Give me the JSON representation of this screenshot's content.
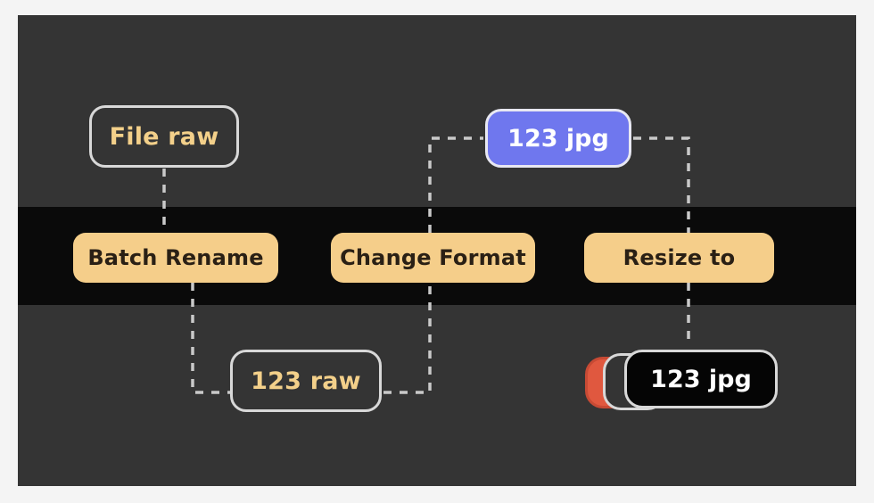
{
  "canvas": {
    "background_color": "#343434",
    "page_background_color": "#f4f4f4",
    "band_color": "#0a0a0a"
  },
  "palette": {
    "file_node_text": "#f3d08a",
    "file_node_border": "#d8d8d8",
    "action_button_bg": "#f5ce8a",
    "action_button_text": "#2a2015",
    "highlight_bg": "#6f77ee",
    "highlight_text": "#ffffff",
    "output_bg": "#050505",
    "output_text": "#ffffff",
    "stack_back_bg": "#e0583f",
    "connector_color": "#c9c9c9"
  },
  "diagram": {
    "nodes": {
      "file_raw": {
        "label": "File raw",
        "type": "file"
      },
      "highlight_jpg": {
        "label": "123 jpg",
        "type": "highlight"
      },
      "batch_rename": {
        "label": "Batch Rename",
        "type": "action"
      },
      "change_format": {
        "label": "Change Format",
        "type": "action"
      },
      "resize_to": {
        "label": "Resize to",
        "type": "action"
      },
      "file_123_raw": {
        "label": "123 raw",
        "type": "file"
      },
      "output_jpg": {
        "label": "123 jpg",
        "type": "output"
      }
    }
  }
}
